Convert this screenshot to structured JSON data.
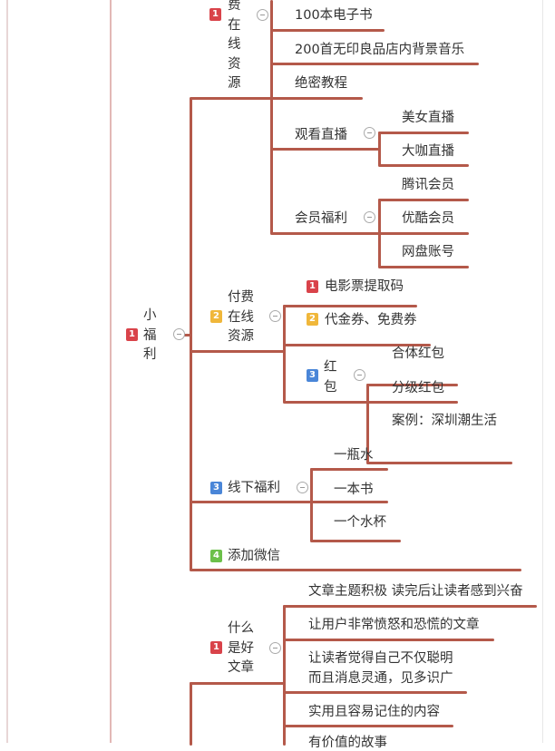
{
  "colors": {
    "line": "#b4594a",
    "badge1": "#d9434a",
    "badge2": "#f0b73a",
    "badge3": "#4a86d8",
    "badge4": "#6cc04a"
  },
  "root": {
    "badge": "1",
    "label": [
      "小",
      "福",
      "利"
    ]
  },
  "free": {
    "badge": "1",
    "label": [
      "费",
      "在",
      "线",
      "资",
      "源"
    ],
    "children": [
      "100本电子书",
      "200首无印良品店内背景音乐",
      "绝密教程"
    ],
    "live": {
      "label": "观看直播",
      "children": [
        "美女直播",
        "大咖直播"
      ]
    },
    "vip": {
      "label": "会员福利",
      "children": [
        "腾讯会员",
        "优酷会员",
        "网盘账号"
      ]
    }
  },
  "paid": {
    "badge": "2",
    "label": [
      "付费",
      "在线",
      "资源"
    ],
    "ticket": {
      "badge": "1",
      "label": "电影票提取码"
    },
    "coupon": {
      "badge": "2",
      "label": "代金券、免费券"
    },
    "hongbao": {
      "badge": "3",
      "label": [
        "红",
        "包"
      ],
      "children": [
        "合体红包",
        "分级红包",
        "案例：深圳潮生活"
      ]
    }
  },
  "offline": {
    "badge": "3",
    "label": "线下福利",
    "children": [
      "一瓶水",
      "一本书",
      "一个水杯"
    ]
  },
  "wechat": {
    "badge": "4",
    "label": "添加微信"
  },
  "good": {
    "badge": "1",
    "label": [
      "什么",
      "是好",
      "文章"
    ],
    "children": [
      "文章主题积极 读完后让读者感到兴奋",
      "让用户非常愤怒和恐慌的文章",
      "让读者觉得自己不仅聪明",
      "而且消息灵通，见多识广",
      "实用且容易记住的内容",
      "有价值的故事"
    ]
  }
}
